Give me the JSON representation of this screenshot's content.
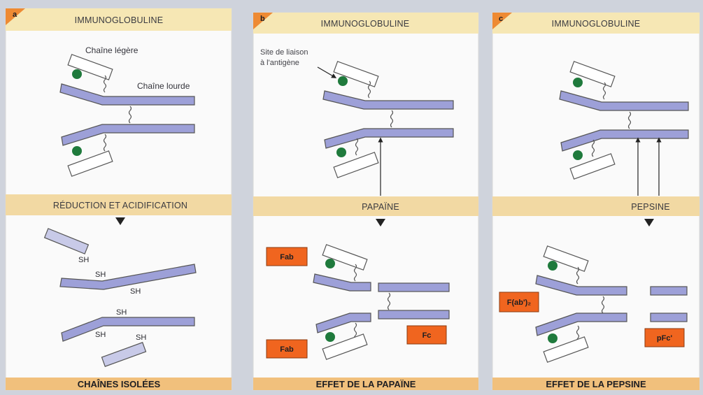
{
  "panels": [
    {
      "letter": "a",
      "header": "IMMUNOGLOBULINE",
      "light_chain_label": "Chaîne légère",
      "heavy_chain_label": "Chaîne lourde",
      "middle": "RÉDUCTION ET ACIDIFICATION",
      "sh_labels": [
        "SH",
        "SH",
        "SH",
        "SH",
        "SH",
        "SH"
      ],
      "footer": "CHAÎNES ISOLÉES"
    },
    {
      "letter": "b",
      "header": "IMMUNOGLOBULINE",
      "antigen_site_line1": "Site de liaison",
      "antigen_site_line2": "à l'antigène",
      "middle": "PAPAÏNE",
      "fragment_fab_top": "Fab",
      "fragment_fab_bottom": "Fab",
      "fragment_fc": "Fc",
      "footer": "EFFET DE LA PAPAÏNE"
    },
    {
      "letter": "c",
      "header": "IMMUNOGLOBULINE",
      "middle": "PEPSINE",
      "fragment_fab2": "F(ab')₂",
      "fragment_pfc": "pFc'",
      "footer": "EFFET DE LA PEPSINE"
    }
  ],
  "colors": {
    "header_band": "#f6e7b4",
    "footer_band": "#f1c07c",
    "heavy_chain": "#9da0d8",
    "light_chain": "#ffffff",
    "antigen_site": "#1f7a3c",
    "fragment_box": "#f0651f",
    "corner_flag": "#ee8a33"
  }
}
